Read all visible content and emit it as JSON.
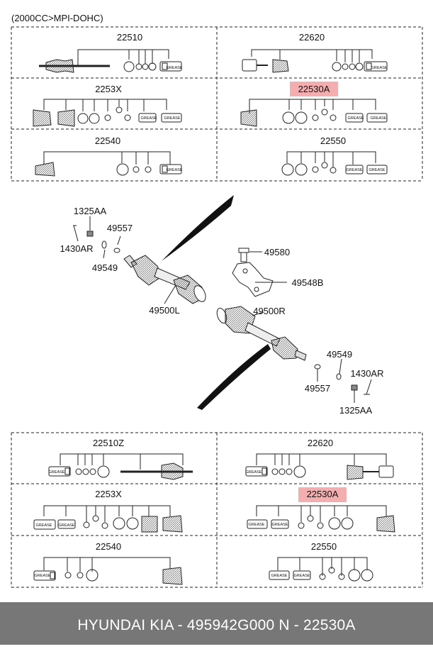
{
  "engine_label": "(2000CC>MPI-DOHC)",
  "top_kits": {
    "kit_22510": "22510",
    "kit_22620": "22620",
    "kit_2253X": "2253X",
    "kit_22530A": "22530A",
    "kit_22540": "22540",
    "kit_22550": "22550"
  },
  "bottom_kits": {
    "kit_22510Z": "22510Z",
    "kit_22620": "22620",
    "kit_2253X": "2253X",
    "kit_22530A": "22530A",
    "kit_22540": "22540",
    "kit_22550": "22550"
  },
  "grease_label": "GREASE",
  "callouts": {
    "left_1325AA": "1325AA",
    "left_1430AR": "1430AR",
    "left_49557": "49557",
    "left_49549": "49549",
    "shaft_left": "49500L",
    "bolt_49580": "49580",
    "bracket_49548B": "49548B",
    "shaft_right": "49500R",
    "right_49549": "49549",
    "right_49557": "49557",
    "right_1430AR": "1430AR",
    "right_1325AA": "1325AA"
  },
  "highlight_color": "#f5aeb0",
  "footer": {
    "text": "HYUNDAI  KIA - 495942G000      N - 22530A"
  }
}
